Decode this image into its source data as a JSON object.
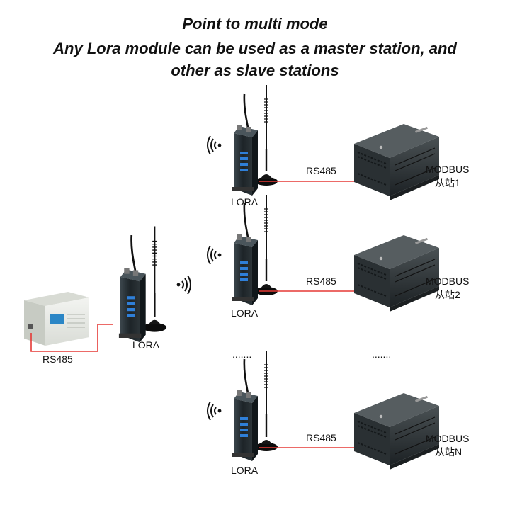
{
  "title": {
    "line1": "Point to multi mode",
    "line2": "Any Lora module can be used as a master station, and",
    "line3": "other as slave stations"
  },
  "master": {
    "device_label": "LORA",
    "bus_label": "RS485"
  },
  "slaves": [
    {
      "device_label": "LORA",
      "bus_label": "RS485",
      "station_type": "MODBUS",
      "station_name": "从站1"
    },
    {
      "device_label": "LORA",
      "bus_label": "RS485",
      "station_type": "MODBUS",
      "station_name": "从站2"
    },
    {
      "device_label": "LORA",
      "bus_label": "RS485",
      "station_type": "MODBUS",
      "station_name": "从站N"
    }
  ],
  "ellipsis": ".......",
  "colors": {
    "wire": "#e53935",
    "device": "#1d2428",
    "led": "#2f7fd8",
    "antenna": "#111111",
    "plc_body": "#e9ebe7"
  },
  "icons": [
    "wifi-signal-icon",
    "antenna-icon",
    "lora-module-icon",
    "plc-controller-icon",
    "modbus-slave-icon"
  ]
}
